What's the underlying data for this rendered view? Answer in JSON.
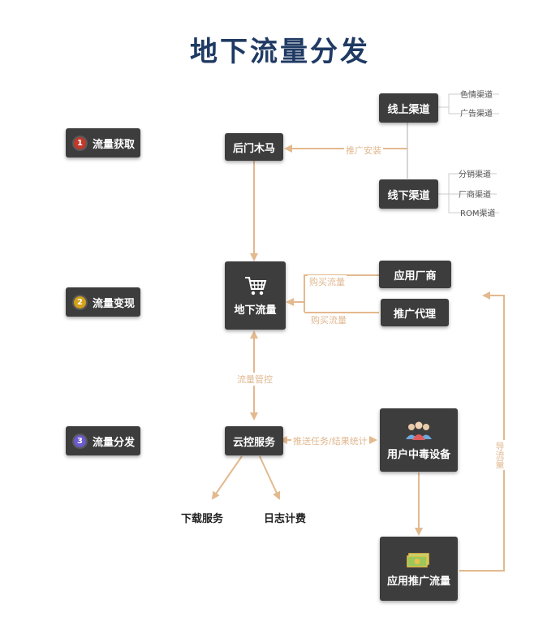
{
  "title": "地下流量分发",
  "stages": [
    {
      "num": "1",
      "label": "流量获取",
      "color": "#c0392b"
    },
    {
      "num": "2",
      "label": "流量变现",
      "color": "#d4a017"
    },
    {
      "num": "3",
      "label": "流量分发",
      "color": "#6a5acd"
    }
  ],
  "nodes": {
    "online": "线上渠道",
    "offline": "线下渠道",
    "trojan": "后门木马",
    "underground": "地下流量",
    "vendor": "应用厂商",
    "agent": "推广代理",
    "cloud": "云控服务",
    "infected": "用户中毒设备",
    "promo": "应用推广流量"
  },
  "online_leaves": [
    "色情渠道",
    "广告渠道"
  ],
  "offline_leaves": [
    "分销渠道",
    "厂商渠道",
    "ROM渠道"
  ],
  "edges": {
    "install": "推广安装",
    "buy1": "购买流量",
    "buy2": "购买流量",
    "control": "流量管控",
    "push": "推送任务/结果统计",
    "redirect": "导流量"
  },
  "outputs": {
    "download": "下载服务",
    "log": "日志计费"
  }
}
